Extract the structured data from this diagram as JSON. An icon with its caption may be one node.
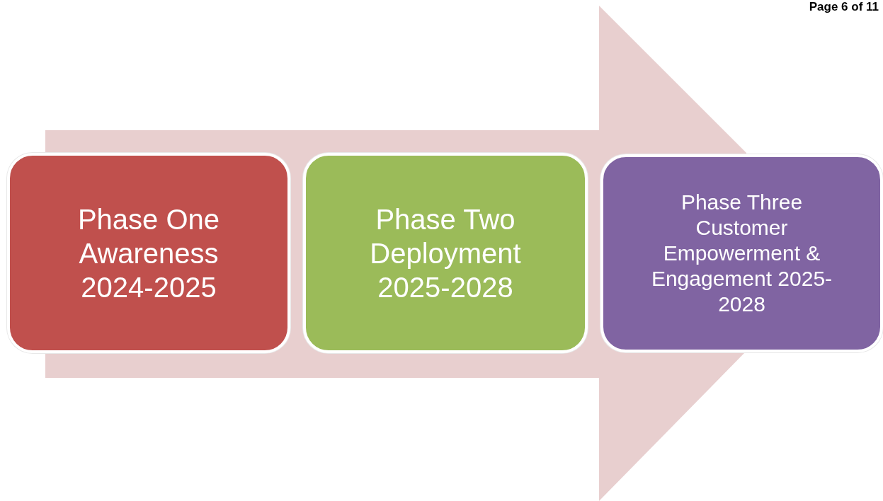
{
  "diagram": {
    "nodes": [
      {
        "text": [
          "Phase One Awareness 2024-2025"
        ]
      },
      {
        "text": [
          "Phase Two Deployment 2025-2028"
        ]
      },
      {
        "text": [
          "Phase Three Customer Empowerment & Engagement 2025-2028"
        ]
      }
    ],
    "labels": [
      "Page 6 of 11"
    ]
  }
}
